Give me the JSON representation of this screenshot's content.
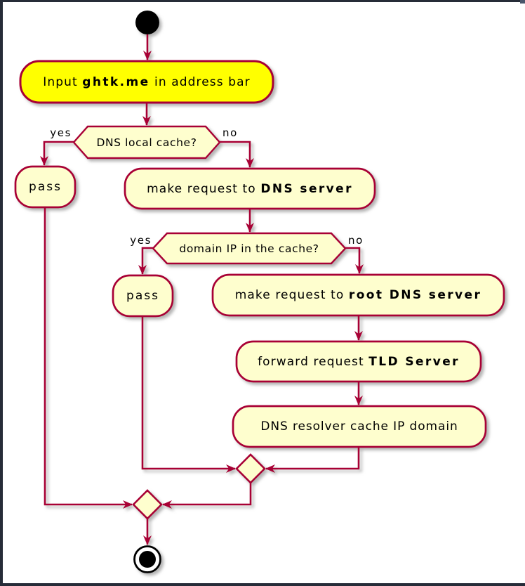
{
  "diagram": {
    "kind": "activity-flowchart",
    "colors": {
      "border": "#A80036",
      "node_fill": "#FEFECE",
      "highlight_fill": "#FFFF00",
      "text": "#000000",
      "canvas_bg": "#FFFFFF",
      "page_bg": "#262C38",
      "start_end": "#000000"
    },
    "nodes": {
      "input": {
        "prefix": "Input ",
        "bold": "ghtk.me",
        "suffix": " in address bar"
      },
      "decision1": {
        "label": "DNS local cache?"
      },
      "pass1": {
        "label": "pass"
      },
      "make_dns": {
        "prefix": "make request to ",
        "bold": "DNS server",
        "suffix": ""
      },
      "decision2": {
        "label": "domain IP in the cache?"
      },
      "pass2": {
        "label": "pass"
      },
      "make_root": {
        "prefix": "make request to ",
        "bold": "root DNS server",
        "suffix": ""
      },
      "forward_tld": {
        "prefix": "forward request ",
        "bold": "TLD Server",
        "suffix": ""
      },
      "resolver": {
        "prefix": "DNS resolver cache IP domain",
        "bold": "",
        "suffix": ""
      }
    },
    "edge_labels": {
      "d1_yes": "yes",
      "d1_no": "no",
      "d2_yes": "yes",
      "d2_no": "no"
    },
    "edges": [
      {
        "from": "start",
        "to": "input"
      },
      {
        "from": "input",
        "to": "decision1"
      },
      {
        "from": "decision1",
        "to": "pass1",
        "label": "yes"
      },
      {
        "from": "decision1",
        "to": "make_dns",
        "label": "no"
      },
      {
        "from": "make_dns",
        "to": "decision2"
      },
      {
        "from": "decision2",
        "to": "pass2",
        "label": "yes"
      },
      {
        "from": "decision2",
        "to": "make_root",
        "label": "no"
      },
      {
        "from": "make_root",
        "to": "forward_tld"
      },
      {
        "from": "forward_tld",
        "to": "resolver"
      },
      {
        "from": "resolver",
        "to": "merge1"
      },
      {
        "from": "pass2",
        "to": "merge1"
      },
      {
        "from": "merge1",
        "to": "merge2"
      },
      {
        "from": "pass1",
        "to": "merge2"
      },
      {
        "from": "merge2",
        "to": "end"
      }
    ]
  }
}
